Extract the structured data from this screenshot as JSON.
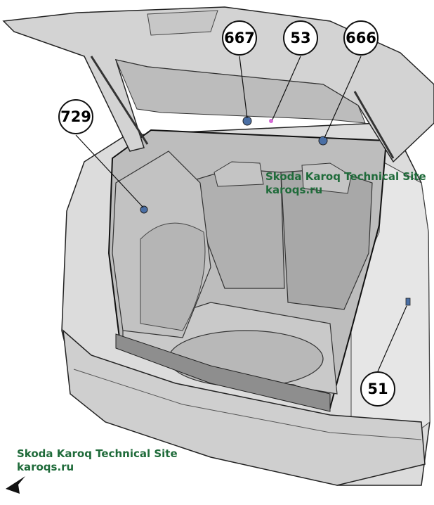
{
  "callouts": {
    "c667": "667",
    "c53": "53",
    "c666": "666",
    "c729": "729",
    "c51": "51"
  },
  "watermark": {
    "site": "Skoda Karoq Technical Site",
    "url": "karoqs.ru"
  },
  "colors": {
    "watermark_green": "#1f6b3a",
    "body_gray": "#d9d9d9",
    "line_black": "#111111",
    "component_blue": "#4a6fa5",
    "component_pink": "#d46ad4"
  }
}
